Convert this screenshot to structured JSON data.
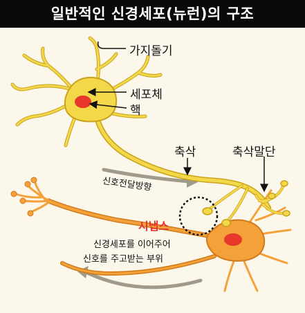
{
  "title": "일반적인 신경세포(뉴런)의 구조",
  "labels": {
    "dendrite": "가지돌기",
    "cell_body": "세포체",
    "nucleus": "핵",
    "axon": "축삭",
    "axon_terminal": "축삭말단",
    "signal_direction": "신호전달방향",
    "synapse": "시냅스",
    "synapse_desc_line1": "신경세포를 이어주어",
    "synapse_desc_line2": "신호를 주고받는 부위"
  },
  "colors": {
    "title_bg": "#0a0a0a",
    "title_text": "#ffffff",
    "background": "#fbf7ea",
    "neuron1_fill": "#f3d84a",
    "neuron1_outline": "#caa21a",
    "neuron2_fill": "#f5a13a",
    "neuron2_outline": "#d07a1c",
    "nucleus": "#e8382a",
    "synapse_label": "#e5322c",
    "direction_arrow": "#a09a8a"
  },
  "icons": [
    "pointer-arrow",
    "direction-arrow",
    "synapse-dotted-circle"
  ]
}
